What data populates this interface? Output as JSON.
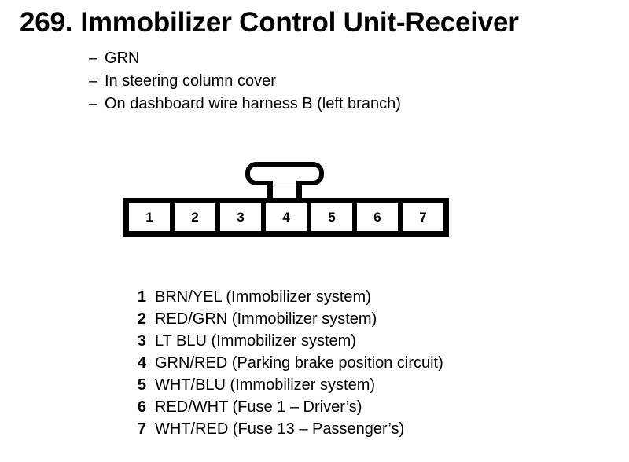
{
  "document": {
    "item_number": "269.",
    "title": "Immobilizer Control Unit-Receiver",
    "bullet_marker": "–",
    "description_lines": [
      "GRN",
      "In steering column cover",
      "On dashboard wire harness B (left branch)"
    ]
  },
  "connector": {
    "pin_count": 7,
    "pin_numbers": [
      "1",
      "2",
      "3",
      "4",
      "5",
      "6",
      "7"
    ],
    "locking_tab_icon": "connector-locking-tab-icon",
    "outline_color": "#000000",
    "cavity_color": "#ffffff"
  },
  "pin_legend": [
    {
      "pin": "1",
      "text": "BRN/YEL (Immobilizer system)"
    },
    {
      "pin": "2",
      "text": "RED/GRN (Immobilizer system)"
    },
    {
      "pin": "3",
      "text": "LT BLU (Immobilizer system)"
    },
    {
      "pin": "4",
      "text": "GRN/RED (Parking brake position circuit)"
    },
    {
      "pin": "5",
      "text": "WHT/BLU (Immobilizer system)"
    },
    {
      "pin": "6",
      "text": "RED/WHT (Fuse 1 – Driver’s)"
    },
    {
      "pin": "7",
      "text": "WHT/RED (Fuse 13 – Passenger’s)"
    }
  ]
}
